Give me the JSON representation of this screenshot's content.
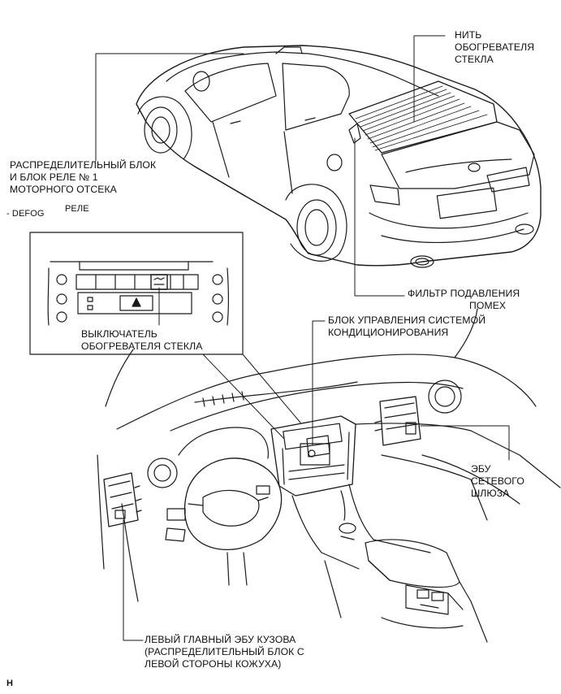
{
  "labels": {
    "defogger_wire": [
      "НИТЬ",
      "ОБОГРЕВАТЕЛЯ",
      "СТЕКЛА"
    ],
    "relay_block": [
      "РАСПРЕДЕЛИТЕЛЬНЫЙ БЛОК",
      "И БЛОК РЕЛЕ № 1",
      "МОТОРНОГО ОТСЕКА"
    ],
    "defog_relay_name": "- DEFOG",
    "defog_relay_word": "РЕЛЕ",
    "noise_filter": [
      "ФИЛЬТР ПОДАВЛЕНИЯ",
      "ПОМЕХ"
    ],
    "ac_amplifier": [
      "БЛОК УПРАВЛЕНИЯ СИСТЕМОЙ",
      "КОНДИЦИОНИРОВАНИЯ"
    ],
    "defogger_switch": [
      "ВЫКЛЮЧАТЕЛЬ",
      "ОБОГРЕВАТЕЛЯ СТЕКЛА"
    ],
    "gateway_ecu": [
      "ЭБУ",
      "СЕТЕВОГО",
      "ШЛЮЗА"
    ],
    "main_body_ecu": [
      "ЛЕВЫЙ ГЛАВНЫЙ ЭБУ КУЗОВА",
      "(РАСПРЕДЕЛИТЕЛЬНЫЙ БЛОК С",
      "ЛЕВОЙ СТОРОНЫ КОЖУХА)"
    ]
  },
  "corner_mark": "H",
  "line_color": "#1a1a1a"
}
